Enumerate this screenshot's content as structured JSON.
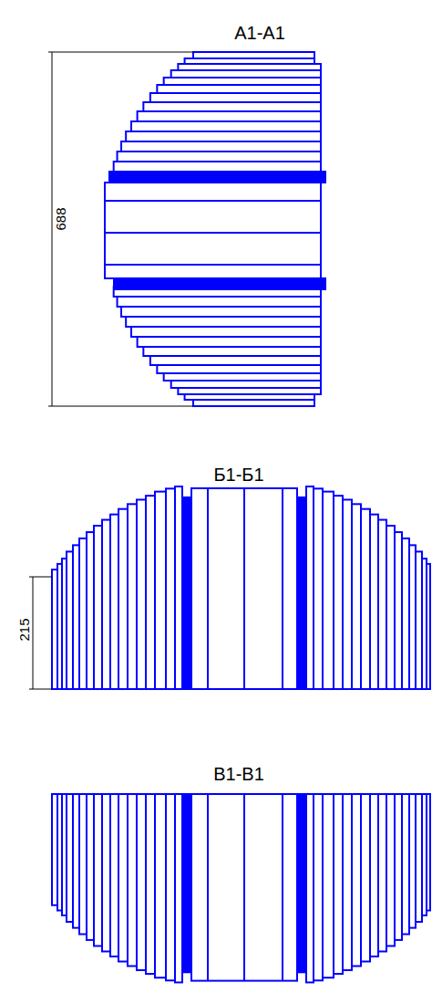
{
  "diagram": {
    "labels": [
      "А1-А1",
      "688",
      "Б1-Б1",
      "215",
      "В1-В1"
    ]
  }
}
